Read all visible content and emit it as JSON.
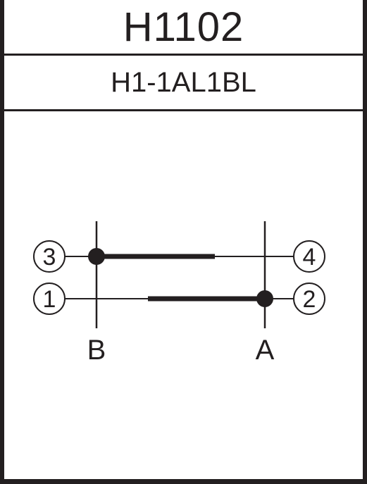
{
  "header": {
    "model": "H1102",
    "code": "H1-1AL1BL"
  },
  "diagram": {
    "terminals": {
      "t3": "3",
      "t4": "4",
      "t1": "1",
      "t2": "2"
    },
    "columns": {
      "left": "B",
      "right": "A"
    }
  },
  "colors": {
    "ink": "#231f20",
    "background": "#ffffff"
  }
}
